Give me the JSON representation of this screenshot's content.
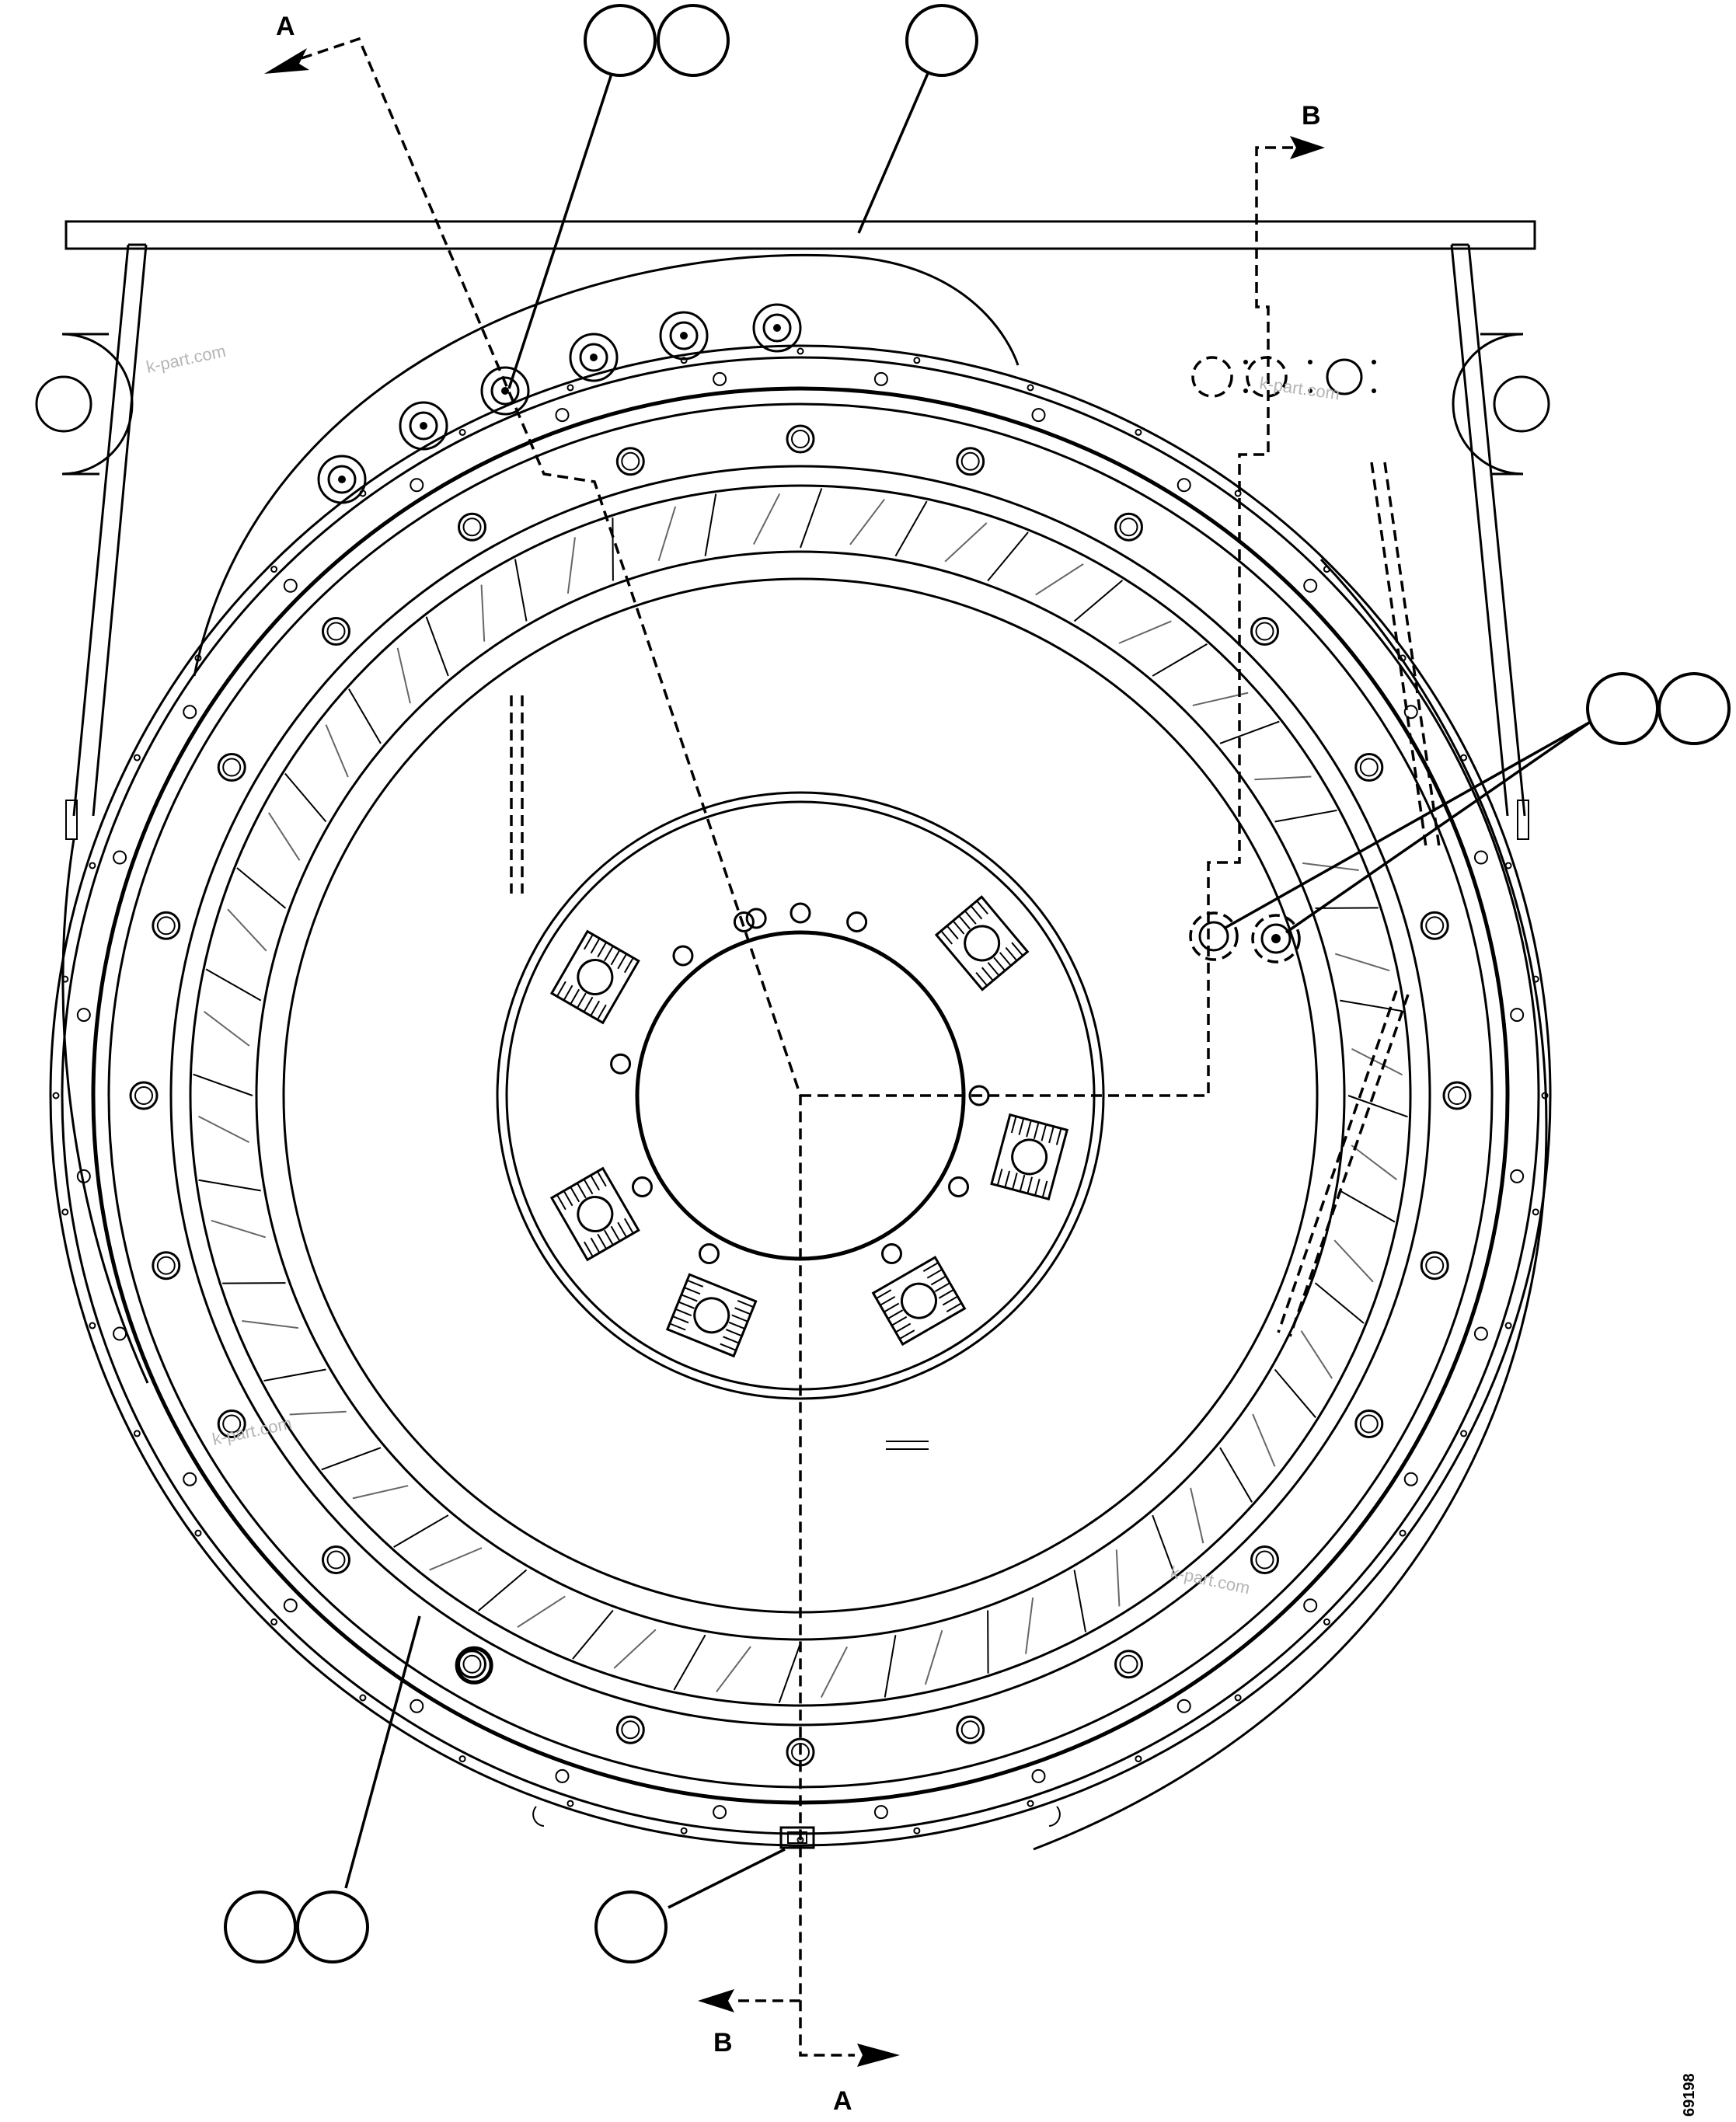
{
  "section_labels": {
    "a_top": "A",
    "b_top": "B",
    "b_bottom": "B",
    "a_bottom": "A"
  },
  "watermarks": [
    "k-part.com",
    "k-part.com",
    "k-part.com",
    "k-part.com"
  ],
  "figure_number": "69198",
  "balloons": {
    "top_pair": [
      "",
      ""
    ],
    "top_single": "",
    "right_pair": [
      "",
      ""
    ],
    "bottom_left_pair": [
      "",
      ""
    ],
    "bottom_single": ""
  },
  "colors": {
    "line": "#000000",
    "background": "#ffffff",
    "watermark": "#b5b5b5"
  }
}
